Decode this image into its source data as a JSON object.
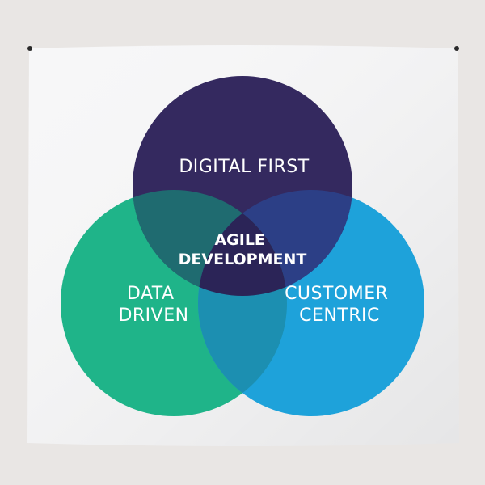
{
  "diagram": {
    "type": "venn",
    "sets": [
      {
        "id": "top",
        "label_lines": [
          "DIGITAL FIRST"
        ],
        "color": "#34295f"
      },
      {
        "id": "left",
        "label_lines": [
          "DATA",
          "DRIVEN"
        ],
        "color": "#1fb489"
      },
      {
        "id": "right",
        "label_lines": [
          "CUSTOMER",
          "CENTRIC"
        ],
        "color": "#1ea2da"
      }
    ],
    "center": {
      "label_lines": [
        "AGILE",
        "DEVELOPMENT"
      ],
      "color": "#2b2457"
    }
  },
  "style": {
    "wall_color": "#e9e6e4",
    "tapestry_color": "#f7f7f8",
    "pin_color": "#2a2a2a"
  }
}
